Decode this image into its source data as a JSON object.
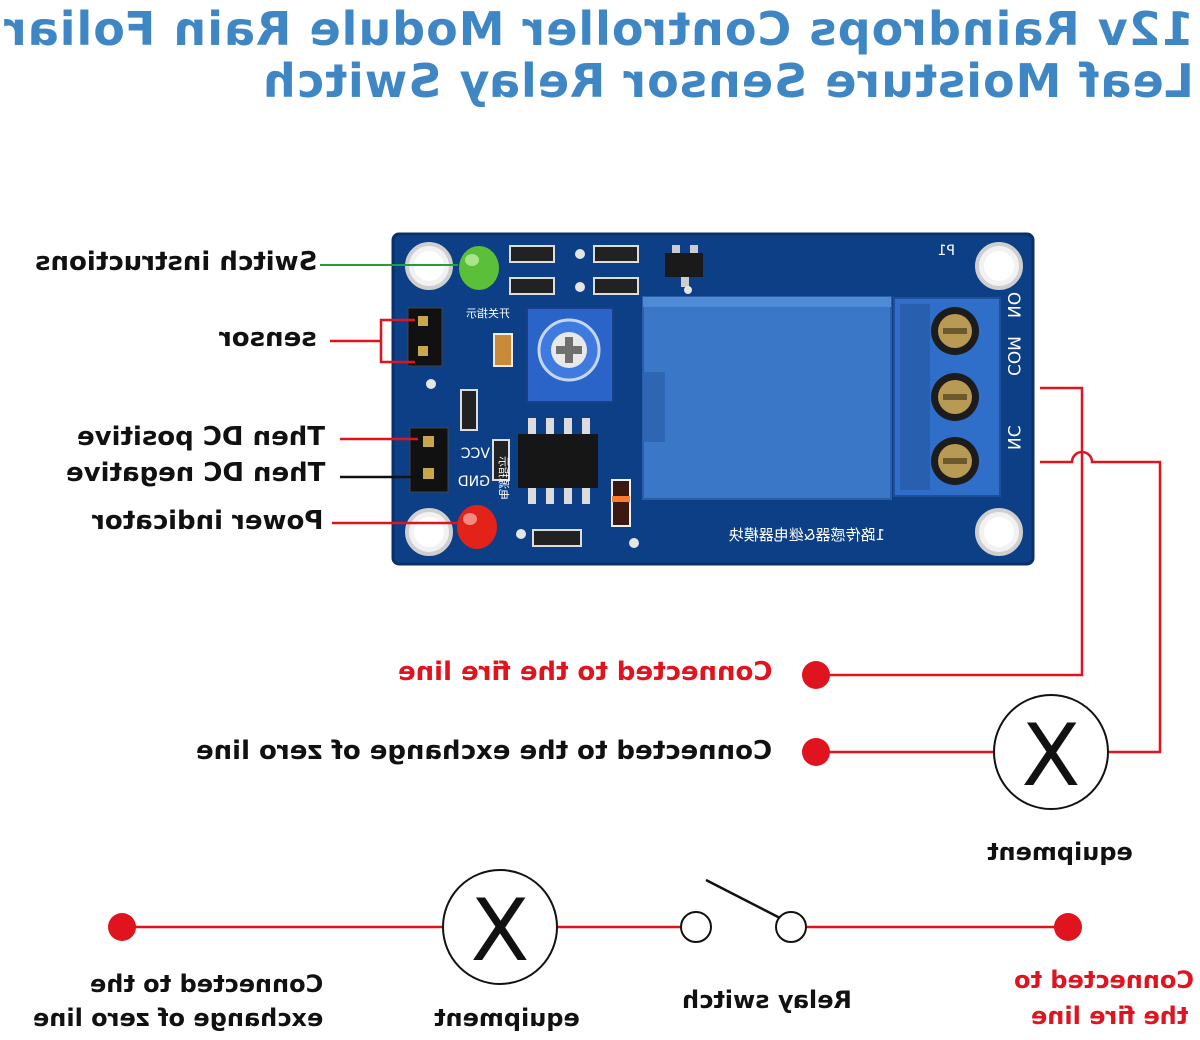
{
  "title": {
    "line1": "12v Raindrops Controller Module Rain Foliar",
    "line2": "Leaf Moisture Sensor Relay Switch"
  },
  "board_labels": {
    "switch_instructions": "Switch instructions",
    "sensor": "sensor",
    "dc_positive": "Then DC positive",
    "dc_negative": "Then DC negative",
    "power_indicator": "Power indicator"
  },
  "board_silkscreen": {
    "p1": "P1",
    "vcc": "VCC",
    "gnd": "GND",
    "no": "NO",
    "com": "COM",
    "nc": "NC",
    "module_name": "1路传感器&继电器模块",
    "switch_indicator_cn": "开关指示",
    "power_indicator_cn": "电源指示"
  },
  "wiring_top": {
    "fire_line": "Connected to the fire line",
    "zero_line": "Connected to the exchange of zero line",
    "equipment": "equipment",
    "equipment_symbol": "X"
  },
  "wiring_bottom": {
    "zero_line_1": "Connected to the",
    "zero_line_2": "exchange of zero line",
    "equipment": "equipment",
    "equipment_symbol": "X",
    "relay_switch": "Relay switch",
    "fire_line_1": "Connected to",
    "fire_line_2": "the fire line"
  },
  "colors": {
    "title_blue": "#3f86c4",
    "board_blue": "#0c3f86",
    "relay_blue": "#3a77c7",
    "wire_red": "#e0141e",
    "green_line": "#1fa03a"
  }
}
